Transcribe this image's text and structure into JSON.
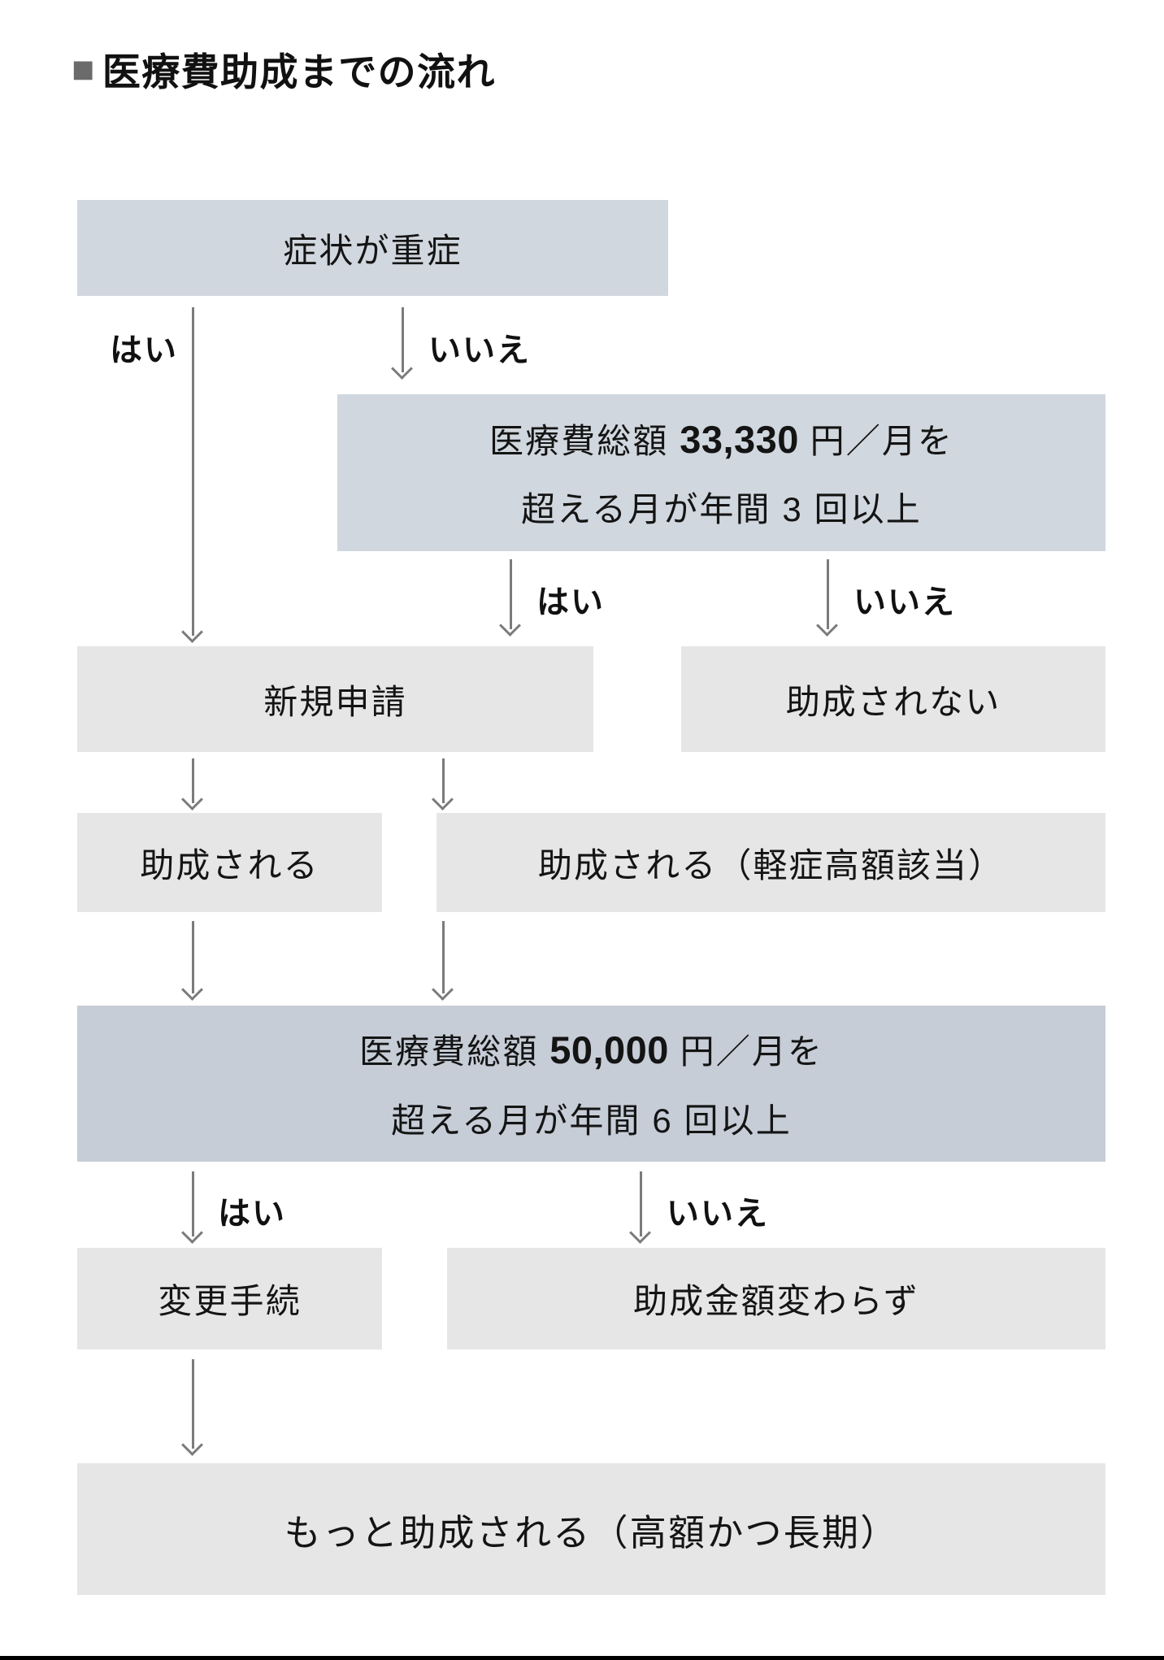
{
  "title": {
    "bullet": "■",
    "text": "医療費助成までの流れ"
  },
  "colors": {
    "decision_fill": "#d1d7de",
    "decision_fill_dark": "#c6cdd7",
    "outcome_fill": "#e6e6e6",
    "arrow_color": "#7b7b7b",
    "title_square": "#6b6b6b"
  },
  "flow": {
    "boxes": {
      "symptom": {
        "text": "症状が重症"
      },
      "threshold33330": {
        "line1_pre": "医療費総額 ",
        "line1_num": "33,330",
        "line1_post": " 円／月を",
        "line2": "超える月が年間 3 回以上"
      },
      "new_application": {
        "text": "新規申請"
      },
      "not_subsidized": {
        "text": "助成されない"
      },
      "subsidized": {
        "text": "助成される"
      },
      "subsidized_light": {
        "text": "助成される（軽症高額該当）"
      },
      "threshold50000": {
        "line1_pre": "医療費総額 ",
        "line1_num": "50,000",
        "line1_post": " 円／月を",
        "line2": "超える月が年間 6 回以上"
      },
      "change_procedure": {
        "text": "変更手続"
      },
      "amount_unchanged": {
        "text": "助成金額変わらず"
      },
      "more_subsidized": {
        "text": "もっと助成される（高額かつ長期）"
      }
    },
    "edge_labels": {
      "yes1": "はい",
      "no1": "いいえ",
      "yes2": "はい",
      "no2": "いいえ",
      "yes3": "はい",
      "no3": "いいえ"
    }
  }
}
